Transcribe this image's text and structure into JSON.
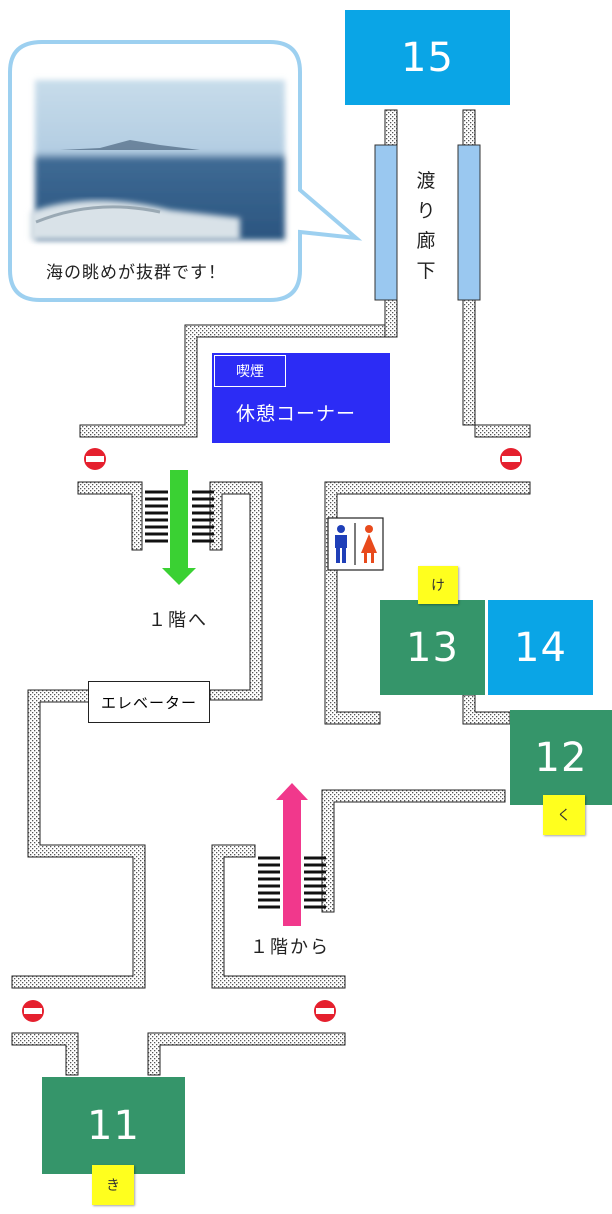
{
  "rooms": {
    "r15": "15",
    "r14": "14",
    "r13": "13",
    "r12": "12",
    "r11": "11"
  },
  "notes": {
    "ke": "け",
    "ku": "く",
    "ki": "き"
  },
  "corridor": {
    "walkway_label": [
      "渡",
      "り",
      "廊",
      "下"
    ]
  },
  "bubble": {
    "caption": "海の眺めが抜群です！"
  },
  "smoking": {
    "tag": "喫煙",
    "label": "休憩コーナー"
  },
  "stairs": {
    "down_label": "１階へ",
    "up_label": "１階から"
  },
  "elevator": {
    "label": "エレベーター"
  },
  "colors": {
    "room_blue": "#0aa5e6",
    "room_green": "#35956a",
    "note_yellow": "#ffff1e",
    "smoking_blue": "#2c2cf5",
    "arrow_down_green": "#3ad133",
    "arrow_up_pink": "#f1388c",
    "no_entry_red": "#e5202e",
    "bridge_fill": "#9ac8f0"
  },
  "icons": {
    "restroom": "restroom-icon",
    "no_entry": "no-entry-icon",
    "arrow_down": "arrow-down-icon",
    "arrow_up": "arrow-up-icon"
  }
}
